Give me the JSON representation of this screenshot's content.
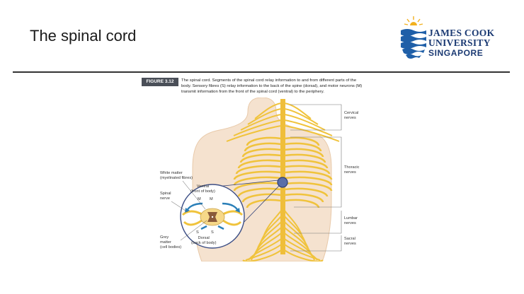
{
  "slide": {
    "title": "The spinal cord"
  },
  "logo": {
    "line1": "JAMES COOK",
    "line2": "UNIVERSITY",
    "line3": "SINGAPORE",
    "colors": {
      "navy": "#1b3a73",
      "sun": "#f2b01e",
      "wave": "#1f5fa8"
    }
  },
  "figure": {
    "badge": "FIGURE 3.12",
    "caption_lines": [
      "The spinal cord. Segments of the spinal cord relay information to and from different parts of the",
      "body. Sensory fibres (S) relay information to the back of the spine (dorsal), and motor neurons (M)",
      "transmit information from the front of the spinal cord (ventral) to the periphery."
    ],
    "regions": {
      "cervical": [
        "Cervical",
        "nerves"
      ],
      "thoracic": [
        "Thoracic",
        "nerves"
      ],
      "lumbar": [
        "Lumbar",
        "nerves"
      ],
      "sacral": [
        "Sacral",
        "nerves"
      ]
    },
    "cross_section": {
      "white_matter": [
        "White matter",
        "(myelinated fibres)"
      ],
      "ventral": [
        "Ventral",
        "(front of body)"
      ],
      "spinal_nerve": [
        "Spinal",
        "nerve"
      ],
      "grey_matter": [
        "Grey",
        "matter",
        "(cell bodies)"
      ],
      "dorsal": [
        "Dorsal",
        "(back of body)"
      ],
      "m": "M",
      "s": "S"
    },
    "colors": {
      "skin": "#f3dcc6",
      "nerve": "#f0c33c",
      "outline": "#3d4f86"
    }
  }
}
